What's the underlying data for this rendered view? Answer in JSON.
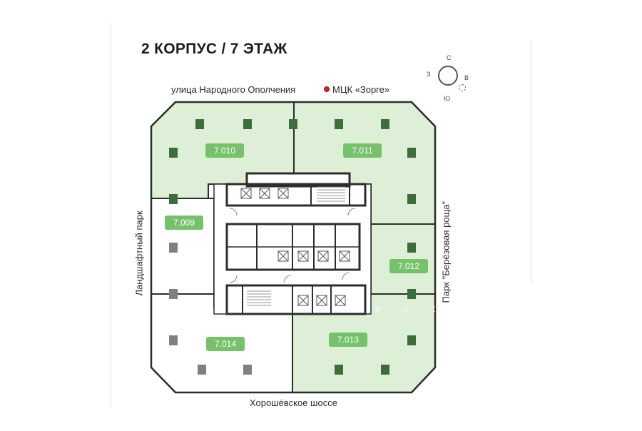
{
  "header": {
    "title": "2 КОРПУС / 7 ЭТАЖ"
  },
  "streets": {
    "north": "улица Народного Ополчения",
    "south": "Хорошёвское шоссе",
    "west": "Ландшафтный парк",
    "east": "Парк \"Берёзовая роща\""
  },
  "metro": {
    "label": "МЦК «Зорге»",
    "color": "#c62828"
  },
  "compass": {
    "north": "С",
    "west": "З",
    "east": "В",
    "south": "Ю"
  },
  "units": [
    {
      "id": "7.010",
      "status": "available"
    },
    {
      "id": "7.011",
      "status": "available"
    },
    {
      "id": "7.009",
      "status": "available"
    },
    {
      "id": "7.012",
      "status": "available"
    },
    {
      "id": "7.014",
      "status": "available"
    },
    {
      "id": "7.013",
      "status": "available"
    }
  ],
  "colors": {
    "unit_fill": "#ddefd6",
    "unit_fill_white": "#ffffff",
    "label_bg": "#76c26a",
    "column_dark": "#3c6e3c",
    "column_grey": "#808080",
    "wall": "#2d2d2d"
  },
  "watermark": "s o r t e"
}
